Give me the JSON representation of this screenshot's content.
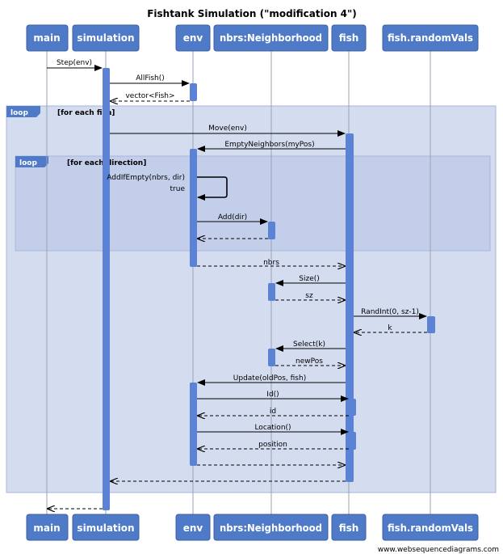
{
  "title": "Fishtank Simulation (\"modification 4\")",
  "credit": "www.websequencediagrams.com",
  "colors": {
    "participant_fill": "#4f7ac8",
    "participant_border": "#3c5fa0",
    "activation_fill": "#5b82d4",
    "frame_fill": "#d4dcf0",
    "frame_border": "#a9b6d6",
    "lifeline": "#9aa3b3"
  },
  "participants": [
    {
      "id": "main",
      "label": "main"
    },
    {
      "id": "simulation",
      "label": "simulation"
    },
    {
      "id": "env",
      "label": "env"
    },
    {
      "id": "nbrs",
      "label": "nbrs:Neighborhood"
    },
    {
      "id": "fish",
      "label": "fish"
    },
    {
      "id": "fishRandomVals",
      "label": "fish.randomVals"
    }
  ],
  "frames": [
    {
      "keyword": "loop",
      "condition": "[for each fish]"
    },
    {
      "keyword": "loop",
      "condition": "[for each direction]"
    }
  ],
  "messages": [
    {
      "from": "main",
      "to": "simulation",
      "label": "Step(env)",
      "kind": "call"
    },
    {
      "from": "simulation",
      "to": "env",
      "label": "AllFish()",
      "kind": "call"
    },
    {
      "from": "env",
      "to": "simulation",
      "label": "vector<Fish>",
      "kind": "return"
    },
    {
      "from": "simulation",
      "to": "fish",
      "label": "Move(env)",
      "kind": "call"
    },
    {
      "from": "fish",
      "to": "env",
      "label": "EmptyNeighbors(myPos)",
      "kind": "call"
    },
    {
      "from": "env",
      "to": "env",
      "label": "AddIfEmpty(nbrs, dir)",
      "return_label": "true",
      "kind": "self"
    },
    {
      "from": "env",
      "to": "nbrs",
      "label": "Add(dir)",
      "kind": "call"
    },
    {
      "from": "nbrs",
      "to": "env",
      "label": "",
      "kind": "return"
    },
    {
      "from": "env",
      "to": "fish",
      "label": "nbrs",
      "kind": "return"
    },
    {
      "from": "fish",
      "to": "nbrs",
      "label": "Size()",
      "kind": "call"
    },
    {
      "from": "nbrs",
      "to": "fish",
      "label": "sz",
      "kind": "return"
    },
    {
      "from": "fish",
      "to": "fishRandomVals",
      "label": "RandInt(0, sz-1)",
      "kind": "call"
    },
    {
      "from": "fishRandomVals",
      "to": "fish",
      "label": "k",
      "kind": "return"
    },
    {
      "from": "fish",
      "to": "nbrs",
      "label": "Select(k)",
      "kind": "call"
    },
    {
      "from": "nbrs",
      "to": "fish",
      "label": "newPos",
      "kind": "return"
    },
    {
      "from": "fish",
      "to": "env",
      "label": "Update(oldPos, fish)",
      "kind": "call"
    },
    {
      "from": "env",
      "to": "fish",
      "label": "Id()",
      "kind": "call"
    },
    {
      "from": "fish",
      "to": "env",
      "label": "id",
      "kind": "return"
    },
    {
      "from": "env",
      "to": "fish",
      "label": "Location()",
      "kind": "call"
    },
    {
      "from": "fish",
      "to": "env",
      "label": "position",
      "kind": "return"
    },
    {
      "from": "env",
      "to": "fish",
      "label": "",
      "kind": "return"
    },
    {
      "from": "fish",
      "to": "simulation",
      "label": "",
      "kind": "return"
    },
    {
      "from": "simulation",
      "to": "main",
      "label": "",
      "kind": "return"
    }
  ]
}
